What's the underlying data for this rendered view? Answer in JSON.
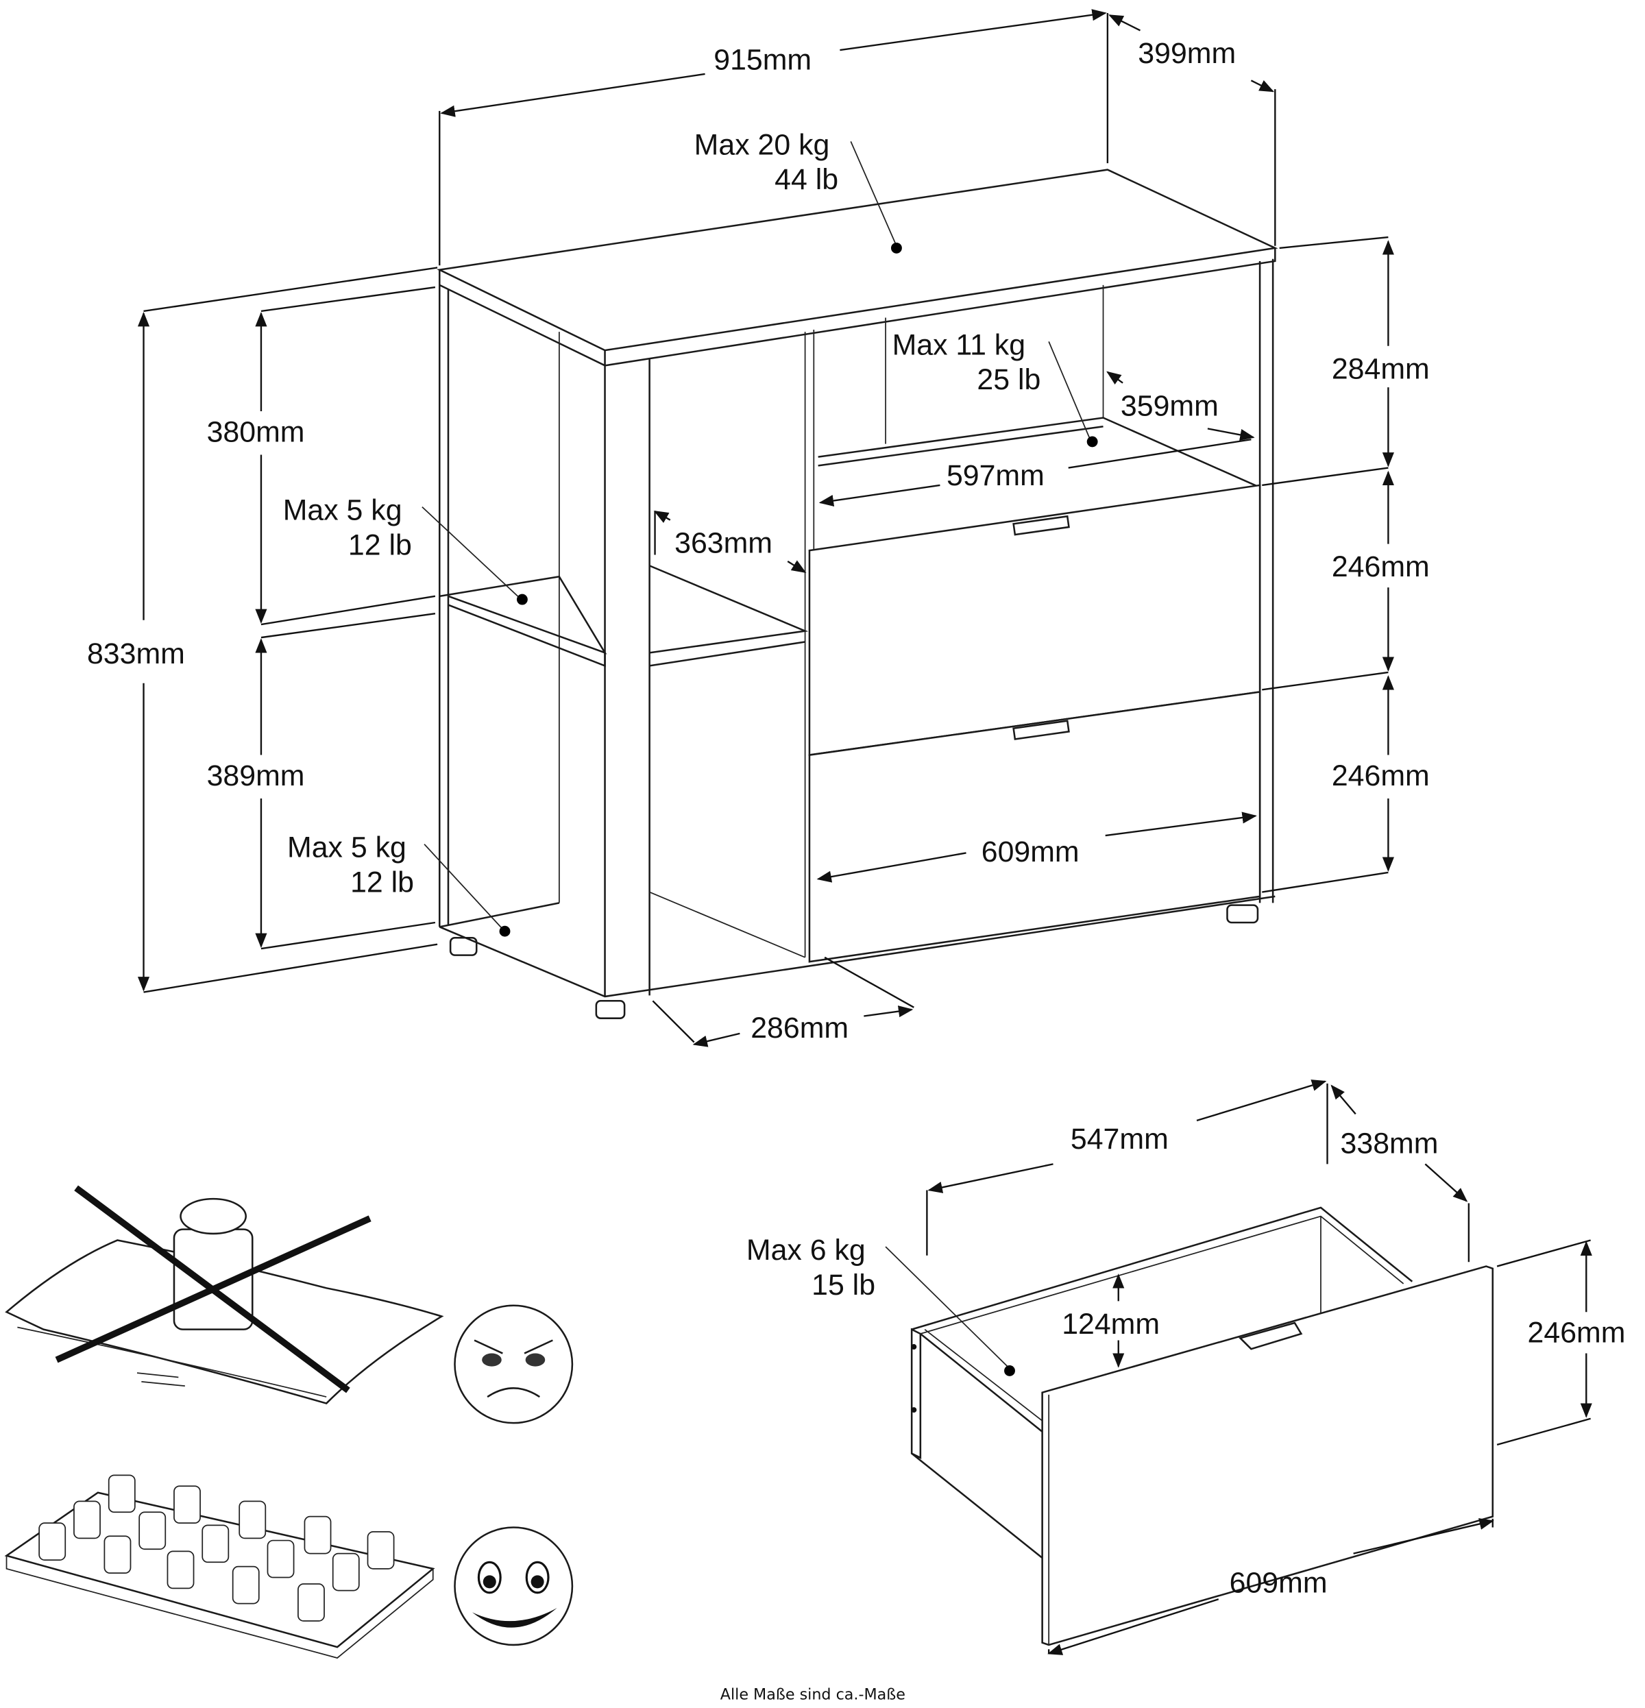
{
  "cabinet": {
    "width": "915mm",
    "depth": "399mm",
    "height": "833mm",
    "top_load": {
      "kg": "Max 20 kg",
      "lb": "44 lb"
    },
    "open_upper": {
      "height": "380mm",
      "load_kg": "Max 5 kg",
      "load_lb": "12 lb"
    },
    "open_lower": {
      "height": "389mm",
      "load_kg": "Max 5 kg",
      "load_lb": "12 lb"
    },
    "inner_depth": "363mm",
    "base_depth": "286mm",
    "top_shelf": {
      "height": "284mm",
      "load_kg": "Max 11 kg",
      "load_lb": "25 lb",
      "depth": "359mm",
      "width": "597mm"
    },
    "drawer1_height": "246mm",
    "drawer2_height": "246mm",
    "drawer_width": "609mm"
  },
  "drawer": {
    "inner_width": "547mm",
    "inner_depth": "338mm",
    "inner_height": "124mm",
    "front_height": "246mm",
    "front_width": "609mm",
    "load_kg": "Max 6 kg",
    "load_lb": "15 lb"
  },
  "load_guidance": {
    "bad": {
      "icon": "angry-face-icon",
      "meaning": "concentrated point load"
    },
    "good": {
      "icon": "smiling-face-icon",
      "meaning": "evenly distributed load"
    }
  },
  "footer": {
    "caption": "Alle Maße sind ca.-Maße"
  }
}
